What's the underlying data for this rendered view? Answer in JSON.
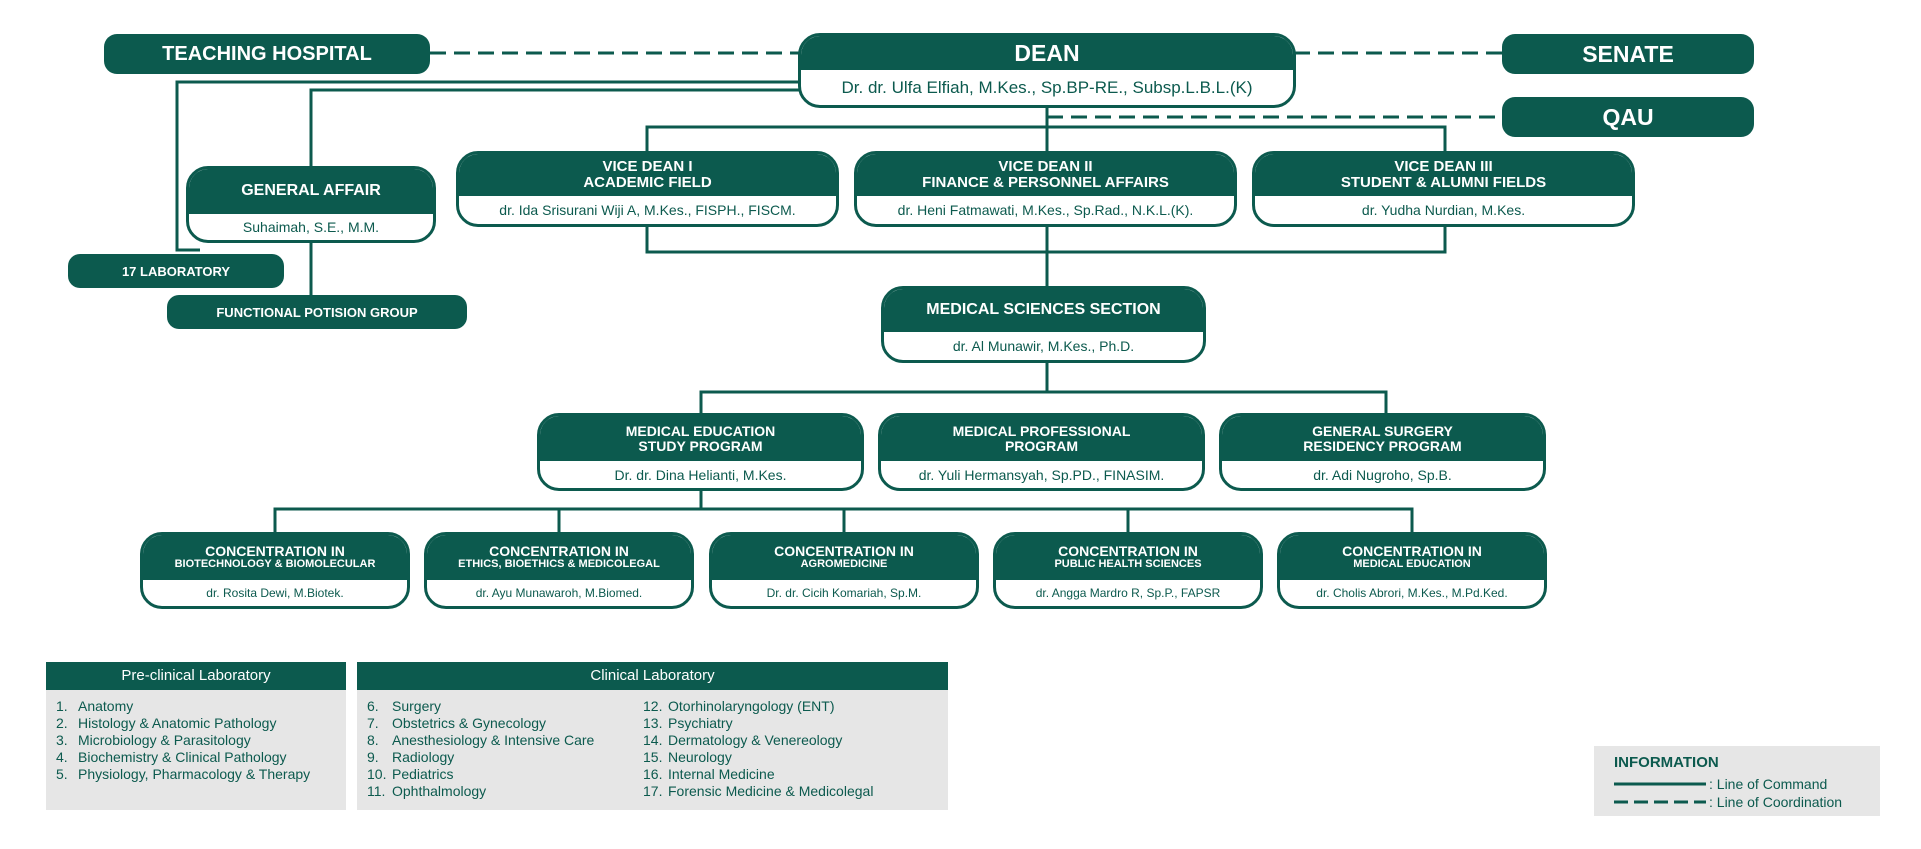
{
  "top": {
    "teaching_hospital": "TEACHING HOSPITAL",
    "senate": "SENATE",
    "qau": "QAU",
    "dean": {
      "title": "DEAN",
      "name": "Dr. dr. Ulfa Elfiah, M.Kes., Sp.BP-RE., Subsp.L.B.L.(K)"
    }
  },
  "general_affair": {
    "title": "GENERAL AFFAIR",
    "name": "Suhaimah, S.E., M.M."
  },
  "laboratory": "17 LABORATORY",
  "functional": "FUNCTIONAL POTISION GROUP",
  "vice_deans": [
    {
      "title1": "VICE DEAN I",
      "title2": "ACADEMIC FIELD",
      "name": "dr. Ida Srisurani Wiji A, M.Kes., FISPH., FISCM."
    },
    {
      "title1": "VICE DEAN II",
      "title2": "FINANCE & PERSONNEL AFFAIRS",
      "name": "dr. Heni Fatmawati, M.Kes., Sp.Rad., N.K.L.(K)."
    },
    {
      "title1": "VICE DEAN III",
      "title2": "STUDENT & ALUMNI FIELDS",
      "name": "dr. Yudha Nurdian, M.Kes."
    }
  ],
  "section": {
    "title": "MEDICAL SCIENCES SECTION",
    "name": "dr. Al Munawir, M.Kes., Ph.D."
  },
  "programs": [
    {
      "title1": "MEDICAL EDUCATION",
      "title2": "STUDY PROGRAM",
      "name": "Dr. dr. Dina Helianti, M.Kes."
    },
    {
      "title1": "MEDICAL PROFESSIONAL",
      "title2": "PROGRAM",
      "name": "dr. Yuli Hermansyah, Sp.PD., FINASIM."
    },
    {
      "title1": "GENERAL SURGERY",
      "title2": "RESIDENCY PROGRAM",
      "name": "dr. Adi Nugroho, Sp.B."
    }
  ],
  "concentrations": [
    {
      "title": "CONCENTRATION IN",
      "sub": "BIOTECHNOLOGY & BIOMOLECULAR",
      "name": "dr. Rosita Dewi, M.Biotek."
    },
    {
      "title": "CONCENTRATION IN",
      "sub": "ETHICS, BIOETHICS & MEDICOLEGAL",
      "name": "dr. Ayu Munawaroh, M.Biomed."
    },
    {
      "title": "CONCENTRATION IN",
      "sub": "AGROMEDICINE",
      "name": "Dr. dr. Cicih Komariah, Sp.M."
    },
    {
      "title": "CONCENTRATION IN",
      "sub": "PUBLIC HEALTH SCIENCES",
      "name": "dr. Angga Mardro R, Sp.P., FAPSR"
    },
    {
      "title": "CONCENTRATION IN",
      "sub": "MEDICAL EDUCATION",
      "name": "dr. Cholis Abrori, M.Kes., M.Pd.Ked."
    }
  ],
  "preclinical": {
    "title": "Pre-clinical Laboratory",
    "items": [
      {
        "n": "1.",
        "t": "Anatomy"
      },
      {
        "n": "2.",
        "t": "Histology & Anatomic Pathology"
      },
      {
        "n": "3.",
        "t": "Microbiology & Parasitology"
      },
      {
        "n": "4.",
        "t": "Biochemistry & Clinical Pathology"
      },
      {
        "n": "5.",
        "t": "Physiology, Pharmacology & Therapy"
      }
    ]
  },
  "clinical": {
    "title": "Clinical Laboratory",
    "col1": [
      {
        "n": "6.",
        "t": "Surgery"
      },
      {
        "n": "7.",
        "t": "Obstetrics & Gynecology"
      },
      {
        "n": "8.",
        "t": "Anesthesiology & Intensive Care"
      },
      {
        "n": "9.",
        "t": "Radiology"
      },
      {
        "n": "10.",
        "t": "Pediatrics"
      },
      {
        "n": "11.",
        "t": "Ophthalmology"
      }
    ],
    "col2": [
      {
        "n": "12.",
        "t": "Otorhinolaryngology (ENT)"
      },
      {
        "n": "13.",
        "t": "Psychiatry"
      },
      {
        "n": "14.",
        "t": "Dermatology & Venereology"
      },
      {
        "n": "15.",
        "t": "Neurology"
      },
      {
        "n": "16.",
        "t": "Internal Medicine"
      },
      {
        "n": "17.",
        "t": "Forensic Medicine & Medicolegal"
      }
    ]
  },
  "information": {
    "title": "INFORMATION",
    "command": ": Line of Command",
    "coordination": ": Line of Coordination"
  },
  "colors": {
    "primary": "#0c5a4e",
    "panel": "#e6e6e6"
  }
}
